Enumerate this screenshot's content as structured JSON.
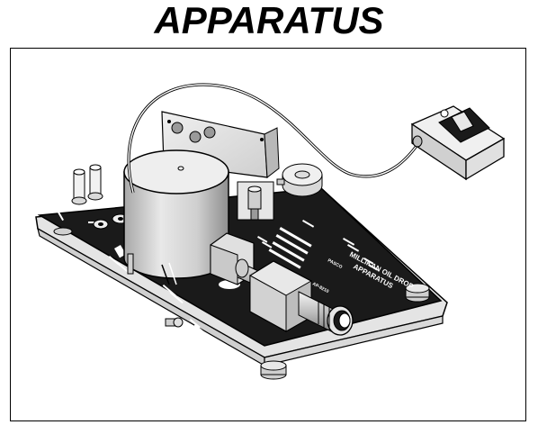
{
  "page": {
    "title": "APPARATUS"
  },
  "apparatus": {
    "nameplate_line1": "MILLIKAN OIL DROP",
    "nameplate_line2": "APPARATUS",
    "model_number": "AP-8210",
    "brand": "PASCO"
  },
  "colors": {
    "panel": "#1a1a1a",
    "outline": "#000000",
    "metal_light": "#e6e6e6",
    "metal_mid": "#bdbdbd",
    "metal_dark": "#8a8a8a",
    "background": "#ffffff"
  }
}
